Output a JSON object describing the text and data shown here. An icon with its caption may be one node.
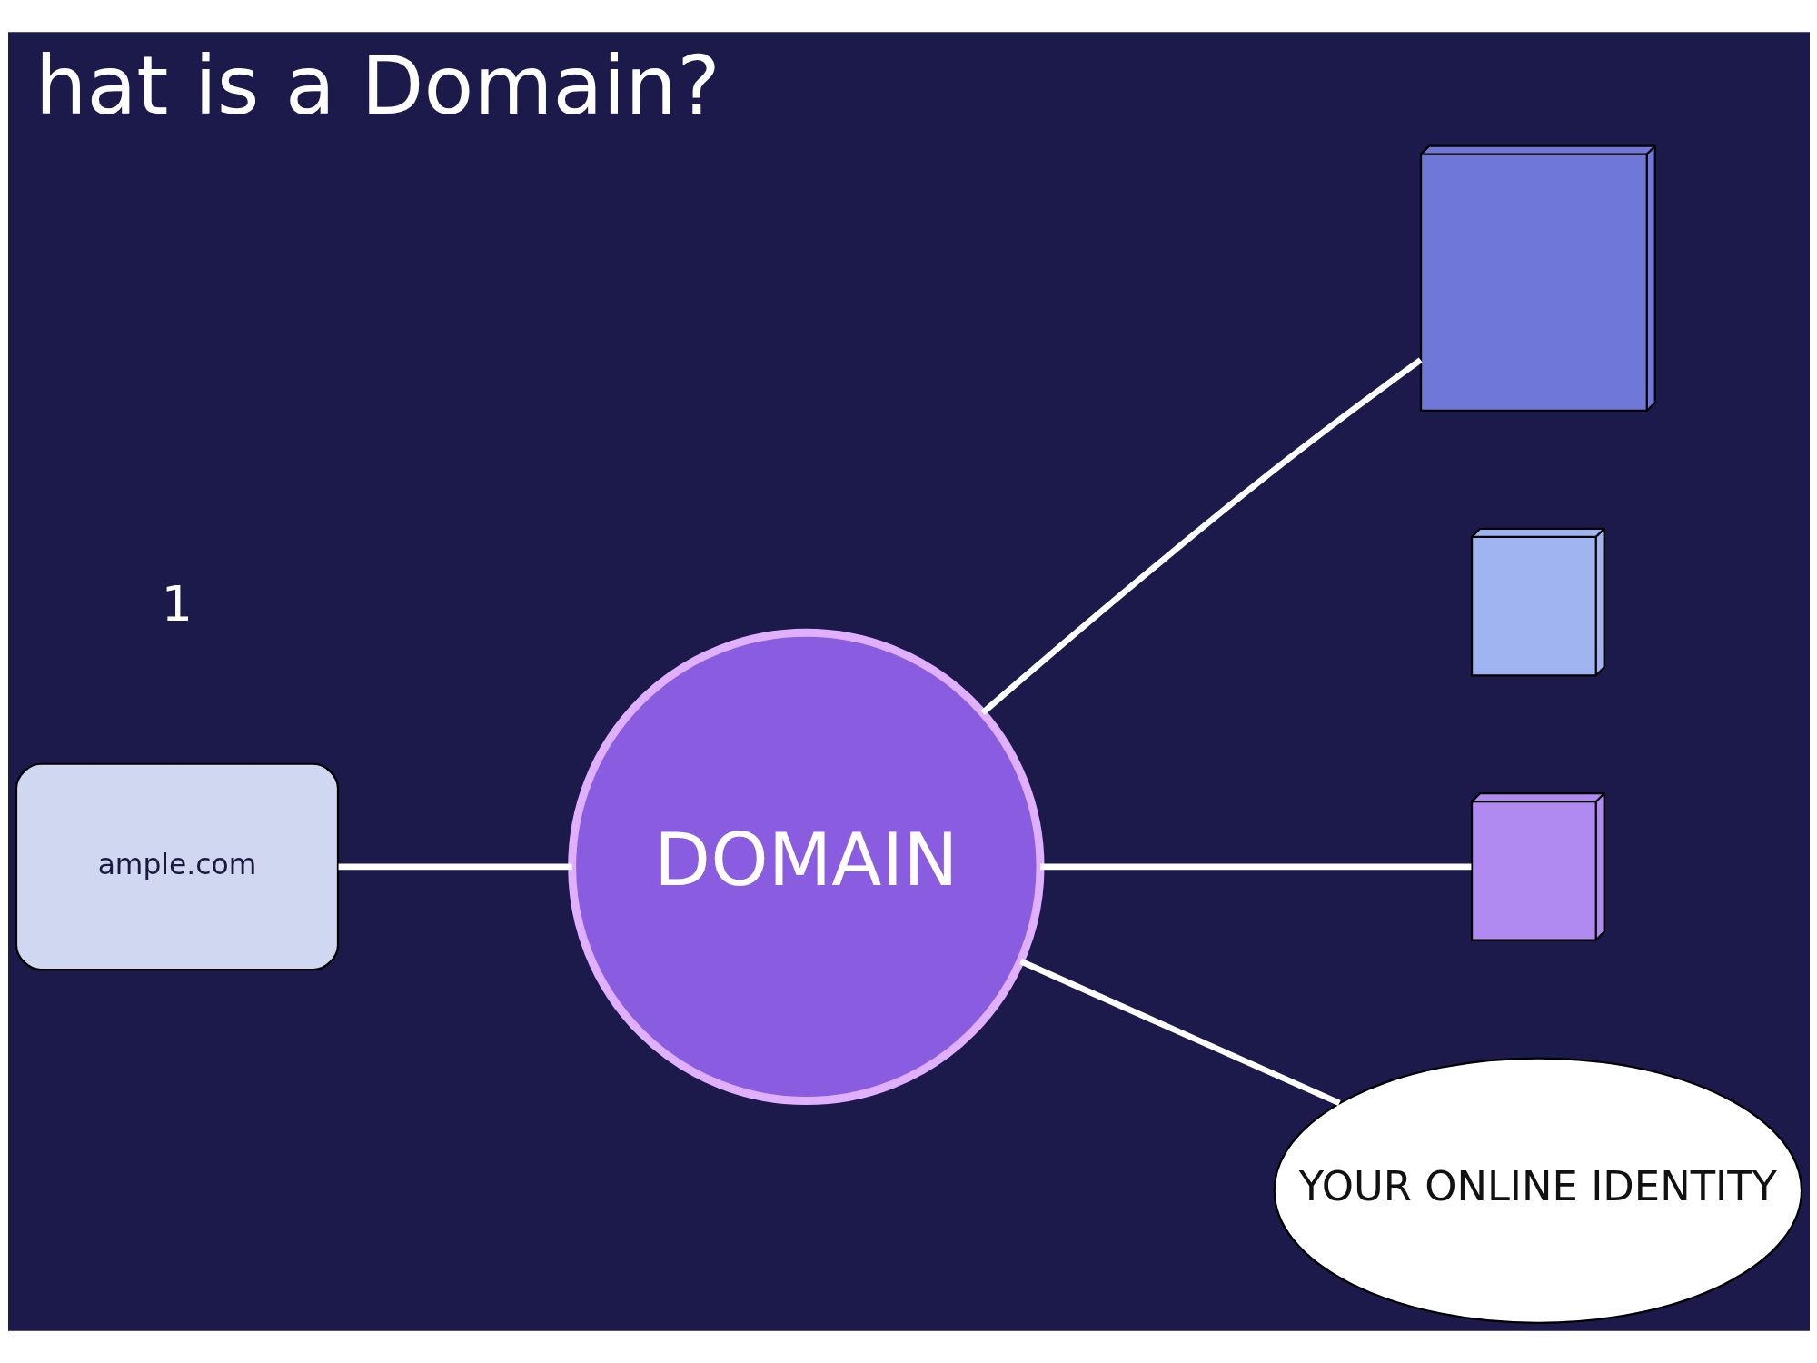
{
  "diagram": {
    "title": "hat is a Domain?",
    "nodes": [
      {
        "text": [
          "ample.com"
        ]
      },
      {
        "text": [
          "DOMAIN"
        ]
      },
      {
        "text": [],
        "shape": "picture"
      },
      {
        "text": [],
        "shape": "picture"
      },
      {
        "text": [],
        "shape": "picture"
      },
      {
        "text": [
          "YOUR ONLINE IDENTITY"
        ]
      }
    ],
    "edges": [
      {
        "from": 0,
        "to": 1,
        "arrow": "none"
      },
      {
        "from": 1,
        "to": 2,
        "arrow": "none"
      },
      {
        "from": 1,
        "to": 4,
        "arrow": "none"
      },
      {
        "from": 1,
        "to": 5,
        "arrow": "none"
      }
    ],
    "labels": [
      "1"
    ]
  }
}
